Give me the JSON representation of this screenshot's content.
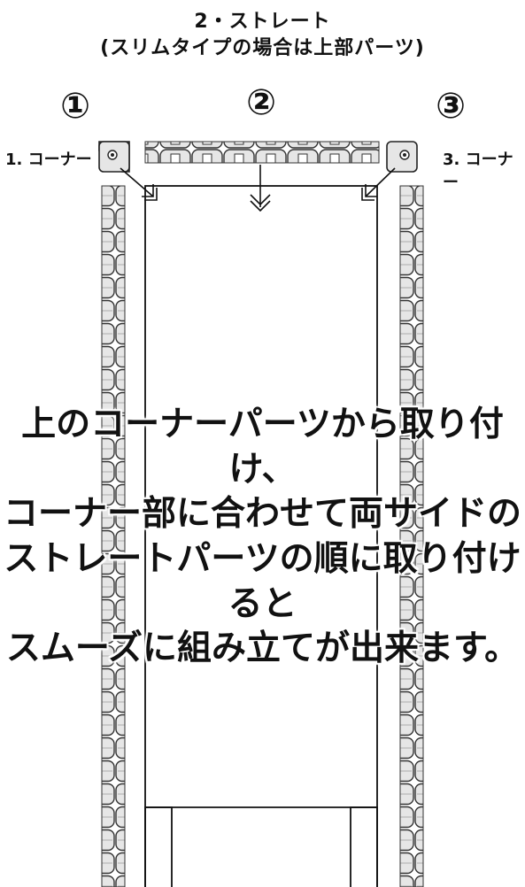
{
  "header": {
    "line1": "2・ストレート",
    "line2": "(スリムタイプの場合は上部パーツ)"
  },
  "steps": [
    {
      "number": "①",
      "label": "1. コーナー"
    },
    {
      "number": "②",
      "label": ""
    },
    {
      "number": "③",
      "label": "3. コーナー"
    }
  ],
  "instruction": {
    "lines": [
      "上のコーナーパーツから取り付け、",
      "コーナー部に合わせて両サイドの",
      "ストレートパーツの順に取り付けると",
      "スムーズに組み立てが出来ます。"
    ]
  }
}
